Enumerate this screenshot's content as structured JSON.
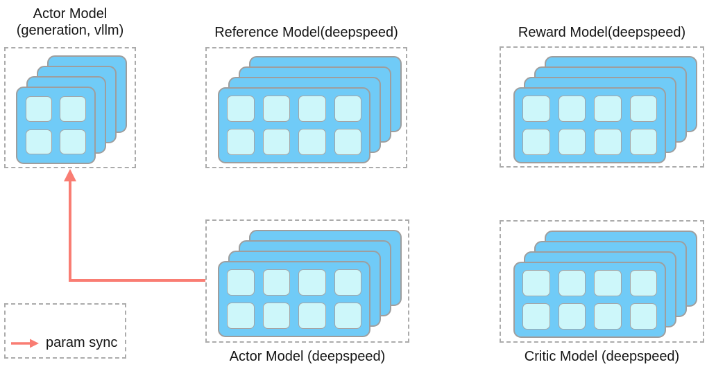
{
  "diagram": {
    "groups": [
      {
        "id": "actor-generation",
        "title_line1": "Actor Model",
        "title_line2": "(generation, vllm)",
        "gpu_grid": {
          "cols": 2,
          "rows": 2,
          "stack_layers": 4
        }
      },
      {
        "id": "reference-model",
        "label": "Reference Model(deepspeed)",
        "gpu_grid": {
          "cols": 4,
          "rows": 2,
          "stack_layers": 4
        }
      },
      {
        "id": "reward-model",
        "label": "Reward Model(deepspeed)",
        "gpu_grid": {
          "cols": 4,
          "rows": 2,
          "stack_layers": 4
        }
      },
      {
        "id": "actor-deepspeed",
        "label": "Actor Model (deepspeed)",
        "gpu_grid": {
          "cols": 4,
          "rows": 2,
          "stack_layers": 4
        }
      },
      {
        "id": "critic-model",
        "label": "Critic Model (deepspeed)",
        "gpu_grid": {
          "cols": 4,
          "rows": 2,
          "stack_layers": 4
        }
      }
    ],
    "legend": {
      "label": "param sync"
    },
    "arrow": {
      "meaning": "param sync",
      "from": "actor-deepspeed",
      "to": "actor-generation"
    },
    "colors": {
      "card": "#70CBF7",
      "cell": "#CDF7FA",
      "arrow": "#F97D73",
      "text": "#141414",
      "dashed_border": "#ababab"
    }
  }
}
